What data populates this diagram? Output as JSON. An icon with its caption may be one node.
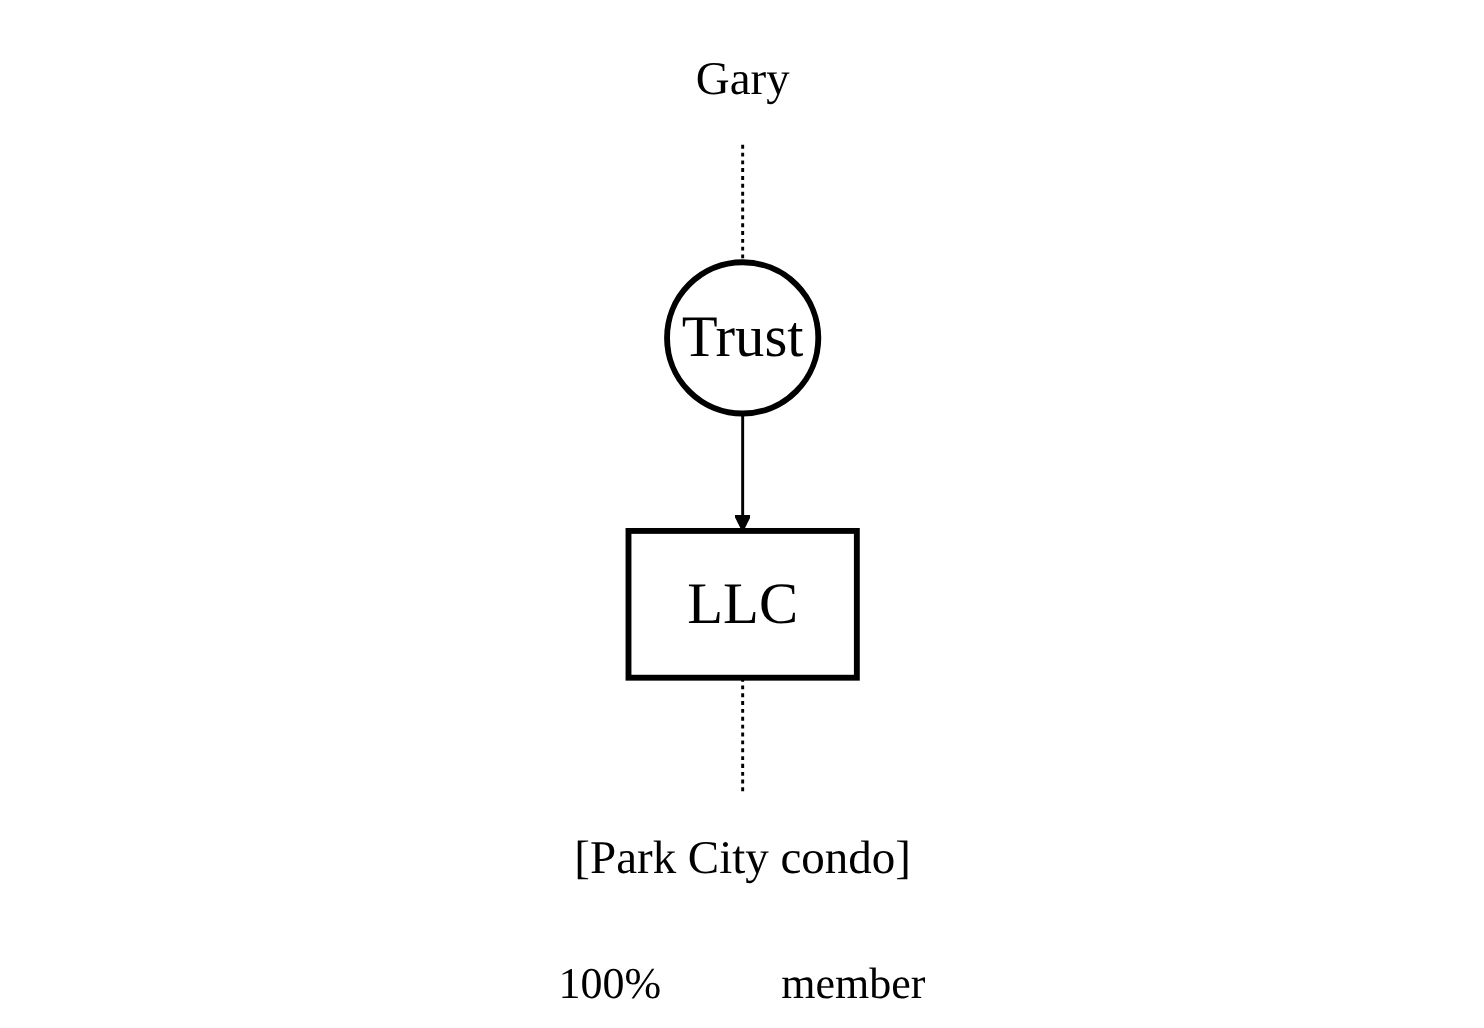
{
  "diagram": {
    "nodes": [
      {
        "text": [
          "Gary"
        ]
      },
      {
        "text": [
          "Trust"
        ]
      },
      {
        "text": [
          "LLC"
        ]
      },
      {
        "text": [
          "[Park City condo]"
        ]
      }
    ],
    "edges": [
      {
        "from": 0,
        "to": 1,
        "arrow": "none",
        "style": "dashed"
      },
      {
        "from": 1,
        "to": 2,
        "arrow": "to"
      },
      {
        "from": 2,
        "to": 3,
        "arrow": "none",
        "style": "dashed"
      }
    ],
    "labels": [
      "100%",
      "member"
    ]
  }
}
